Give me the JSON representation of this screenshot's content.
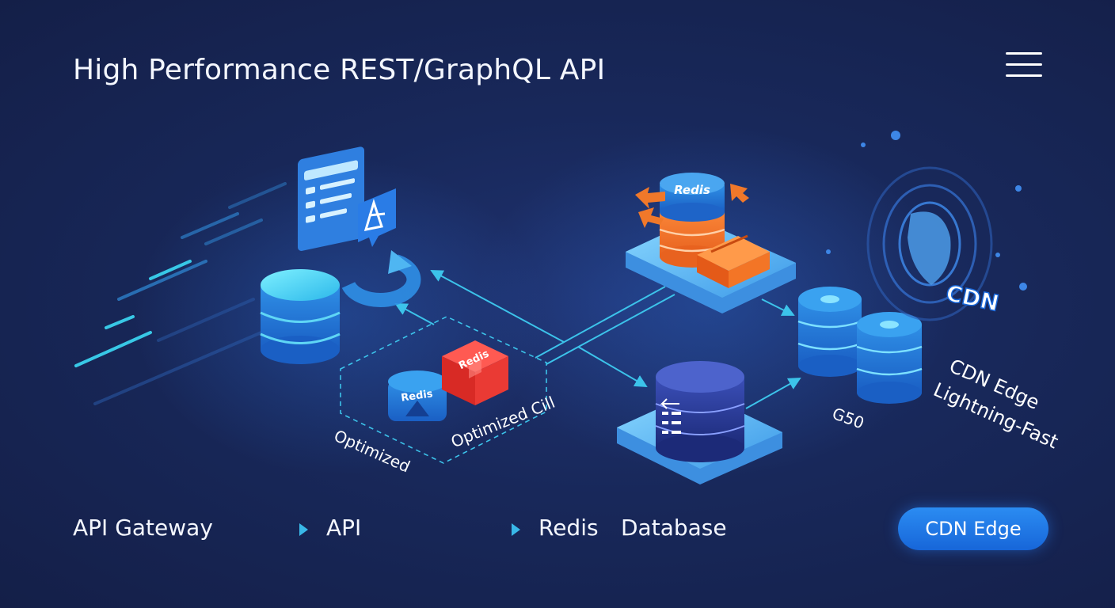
{
  "header": {
    "title": "High Performance REST/GraphQL API",
    "menu_icon": "hamburger-menu-icon"
  },
  "diagram": {
    "redis_top_label": "Redis",
    "redis_small_label": "Redis",
    "redis_red_label": "Redis",
    "optimized_label": "Optimized",
    "optimized_cill_label": "Optimized Cill",
    "cdn_logo_text": "CDN",
    "g50_label": "G50",
    "cdn_edge_label": "CDN Edge",
    "lightning_label": "Lightning-Fast"
  },
  "footer": {
    "item1": "API Gateway",
    "item2": "API",
    "item3": "Redis",
    "item4": "Database",
    "cta_label": "CDN Edge"
  },
  "colors": {
    "background": "#18285a",
    "accent_cyan": "#3cc3ea",
    "redis_orange": "#f0782a",
    "redis_red": "#e8342f",
    "cta_blue": "#1f78e6"
  }
}
